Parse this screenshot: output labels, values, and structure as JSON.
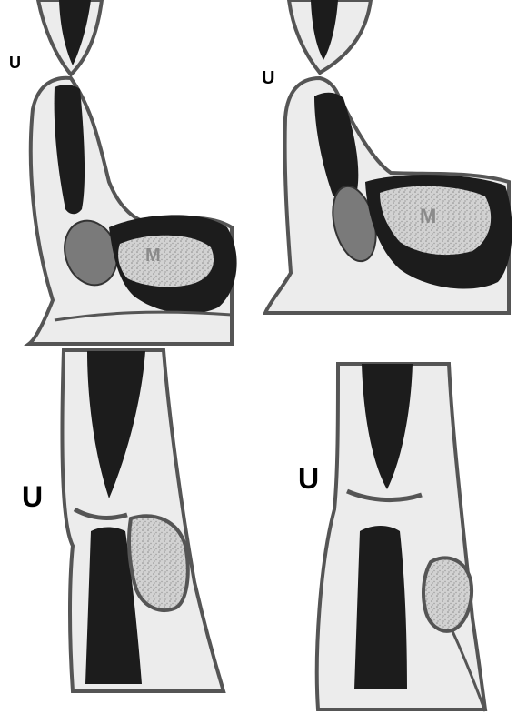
{
  "panels": [
    {
      "id": "top-left",
      "label": "U",
      "mass_label": "M"
    },
    {
      "id": "top-right",
      "label": "U",
      "mass_label": "M"
    },
    {
      "id": "bottom-left",
      "label": "U"
    },
    {
      "id": "bottom-right",
      "label": "U"
    }
  ],
  "colors": {
    "background": "#ffffff",
    "tissue_fill": "#ececec",
    "outline": "#555555",
    "muscle": "#1c1c1c",
    "mass_fill": "#c9c9c9",
    "red_body": "#7a7a7a"
  }
}
